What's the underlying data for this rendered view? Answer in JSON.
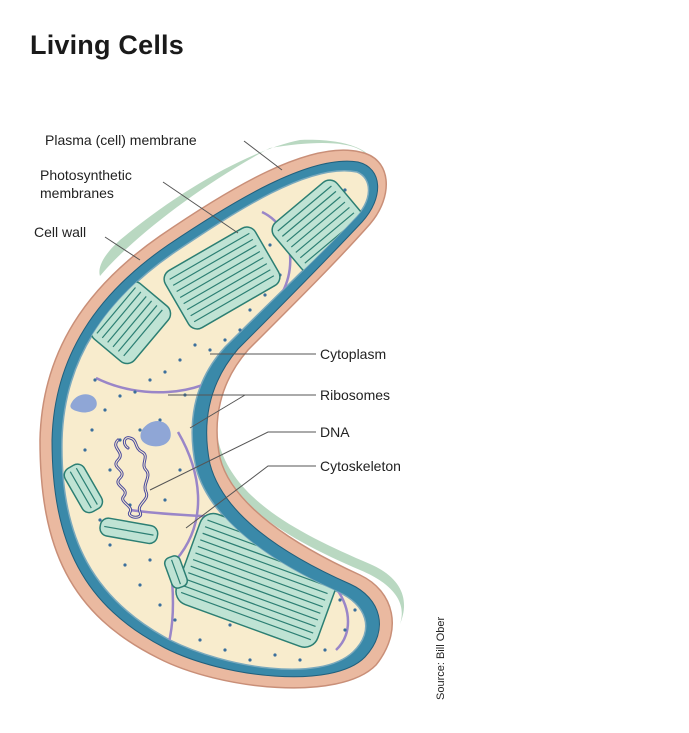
{
  "title": "Living Cells",
  "labels": {
    "plasma_membrane": "Plasma (cell) membrane",
    "photosynthetic_line1": "Photosynthetic",
    "photosynthetic_line2": "membranes",
    "cell_wall": "Cell wall",
    "cytoplasm": "Cytoplasm",
    "ribosomes": "Ribosomes",
    "dna": "DNA",
    "cytoskeleton": "Cytoskeleton"
  },
  "source": "Source: Bill Ober",
  "colors": {
    "cell_wall": "#eab9a0",
    "wall_shadow": "#b9d8c1",
    "membrane": "#2f7f9f",
    "cytoplasm": "#f8eccd",
    "thylakoid": "#bfe3d4",
    "thylakoid_line": "#2c7f73",
    "cytoskeleton": "#9a86c8",
    "ribosome": "#3b6f9c",
    "dna": "#4a4a9e"
  }
}
